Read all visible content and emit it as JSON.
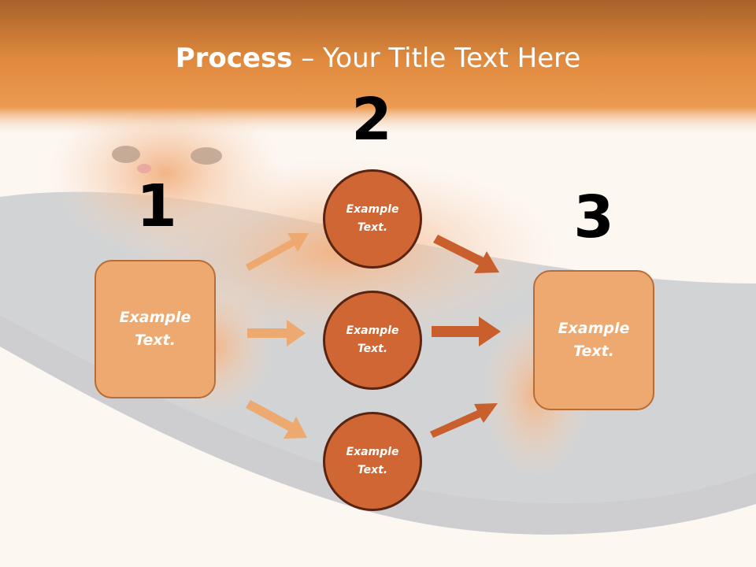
{
  "slide": {
    "title_bold": "Process",
    "title_rest": " – Your Title Text Here"
  },
  "steps": [
    {
      "number": "1",
      "label": "Example\nText."
    },
    {
      "number": "2",
      "items": [
        "Example\nText.",
        "Example\nText.",
        "Example\nText."
      ]
    },
    {
      "number": "3",
      "label": "Example\nText."
    }
  ],
  "colors": {
    "header": "#e88d3f",
    "box_fill": "#eda96f",
    "circle_fill": "#cf6633",
    "arrow_light": "#eda96f",
    "arrow_dark": "#c95f2c"
  }
}
